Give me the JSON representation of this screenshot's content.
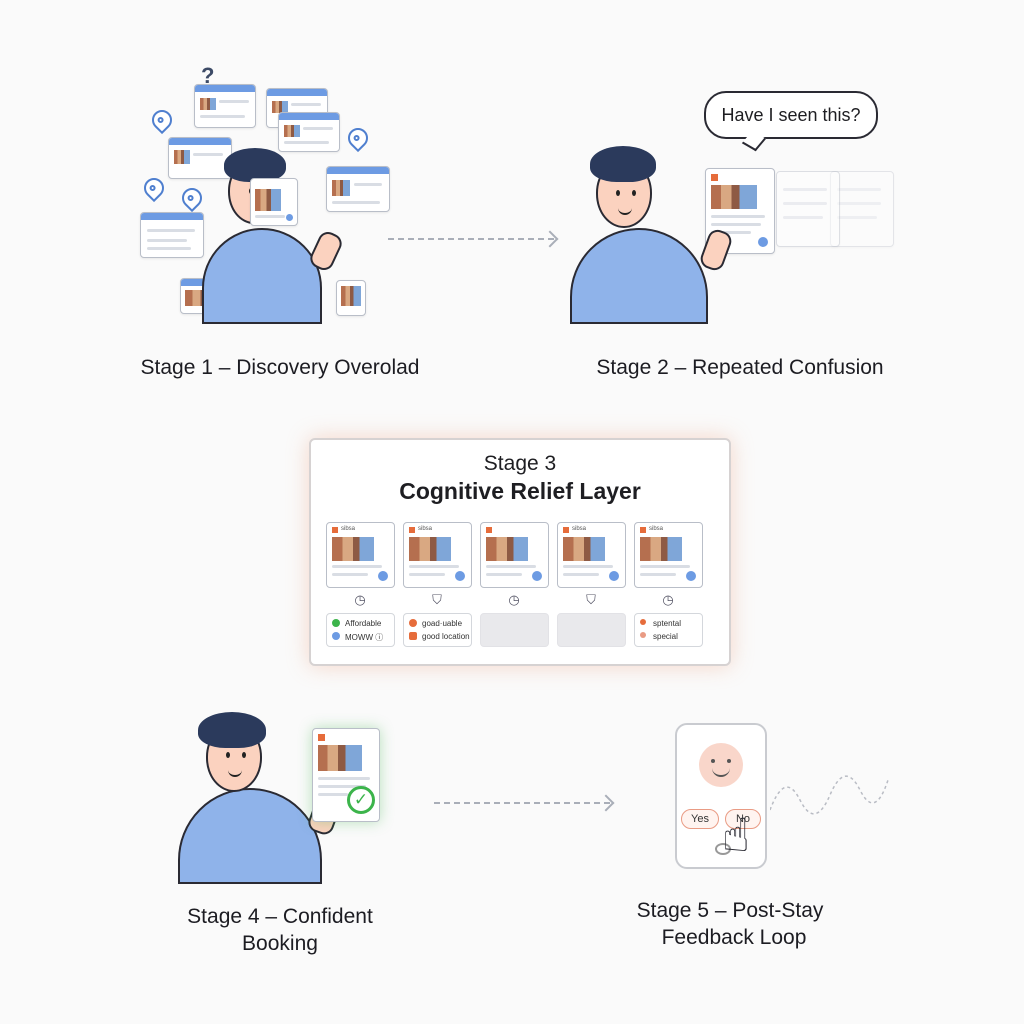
{
  "stages": {
    "s1": {
      "label": "Stage 1 – Discovery Overolad"
    },
    "s2": {
      "label": "Stage 2 – Repeated Confusion",
      "bubble": "Have I seen this?"
    },
    "s3": {
      "title_line1": "Stage 3",
      "title_line2": "Cognitive Relief Layer",
      "tags": [
        {
          "lines": [
            "Affordable",
            "MOWW ⓘ"
          ]
        },
        {
          "lines": [
            "goad·uable",
            "good location"
          ]
        },
        {
          "lines": []
        },
        {
          "lines": []
        },
        {
          "lines": [
            "sptental",
            "special"
          ]
        }
      ],
      "card_title": "sibsa"
    },
    "s4": {
      "label_line1": "Stage 4 – Confident",
      "label_line2": "Booking"
    },
    "s5": {
      "label_line1": "Stage 5 – Post-Stay",
      "label_line2": "Feedback Loop",
      "yes": "Yes",
      "no": "No"
    }
  },
  "colors": {
    "accent_blue": "#6d9be3",
    "shirt": "#8fb3ea",
    "hair": "#2b3a5c",
    "glow": "#f0aa8c",
    "check": "#3cb44b"
  },
  "icons": [
    "question-mark-icon",
    "location-pin-icon",
    "clock-icon",
    "bookmark-icon",
    "check-icon",
    "smiley-icon",
    "hand-icon"
  ]
}
